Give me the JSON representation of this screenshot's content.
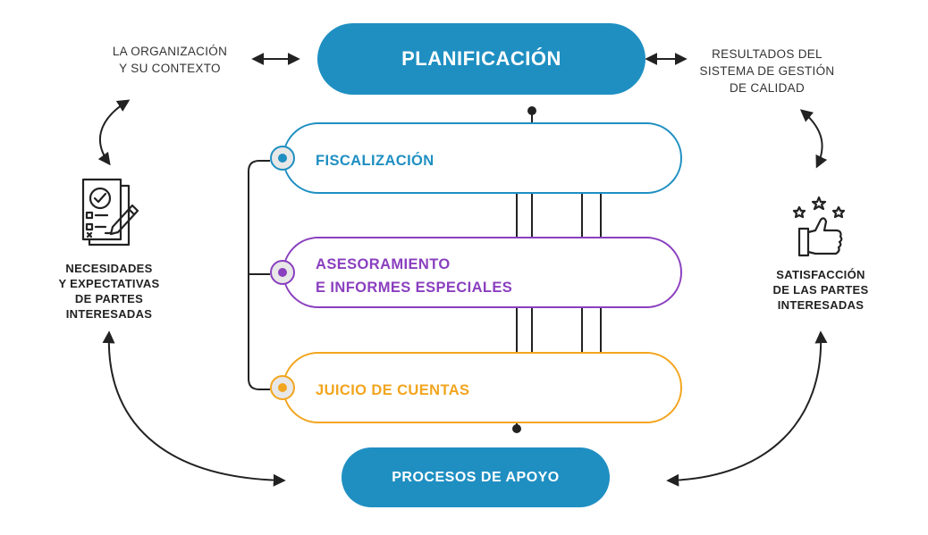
{
  "colors": {
    "blue": "#1f8fc2",
    "purple": "#8a3fbf",
    "orange": "#f2a51e",
    "dark": "#222222"
  },
  "top_process": {
    "label": "PLANIFICACIÓN"
  },
  "bottom_process": {
    "label": "PROCESOS DE APOYO"
  },
  "core_processes": [
    {
      "label": "FISCALIZACIÓN",
      "color": "#1f8fc2"
    },
    {
      "label_line1": "ASESORAMIENTO",
      "label_line2": "E INFORMES ESPECIALES",
      "color": "#8a3fbf"
    },
    {
      "label": "JUICIO DE CUENTAS",
      "color": "#f2a51e"
    }
  ],
  "left_top": {
    "line1": "LA ORGANIZACIÓN",
    "line2": "Y SU CONTEXTO"
  },
  "right_top": {
    "line1": "RESULTADOS DEL",
    "line2": "SISTEMA DE GESTIÓN",
    "line3": "DE CALIDAD"
  },
  "left_mid": {
    "line1": "NECESIDADES",
    "line2": "Y EXPECTATIVAS",
    "line3": "DE PARTES",
    "line4": "INTERESADAS",
    "icon": "checklist-document-icon"
  },
  "right_mid": {
    "line1": "SATISFACCIÓN",
    "line2": "DE LAS PARTES",
    "line3": "INTERESADAS",
    "icon": "thumbs-up-stars-icon"
  }
}
